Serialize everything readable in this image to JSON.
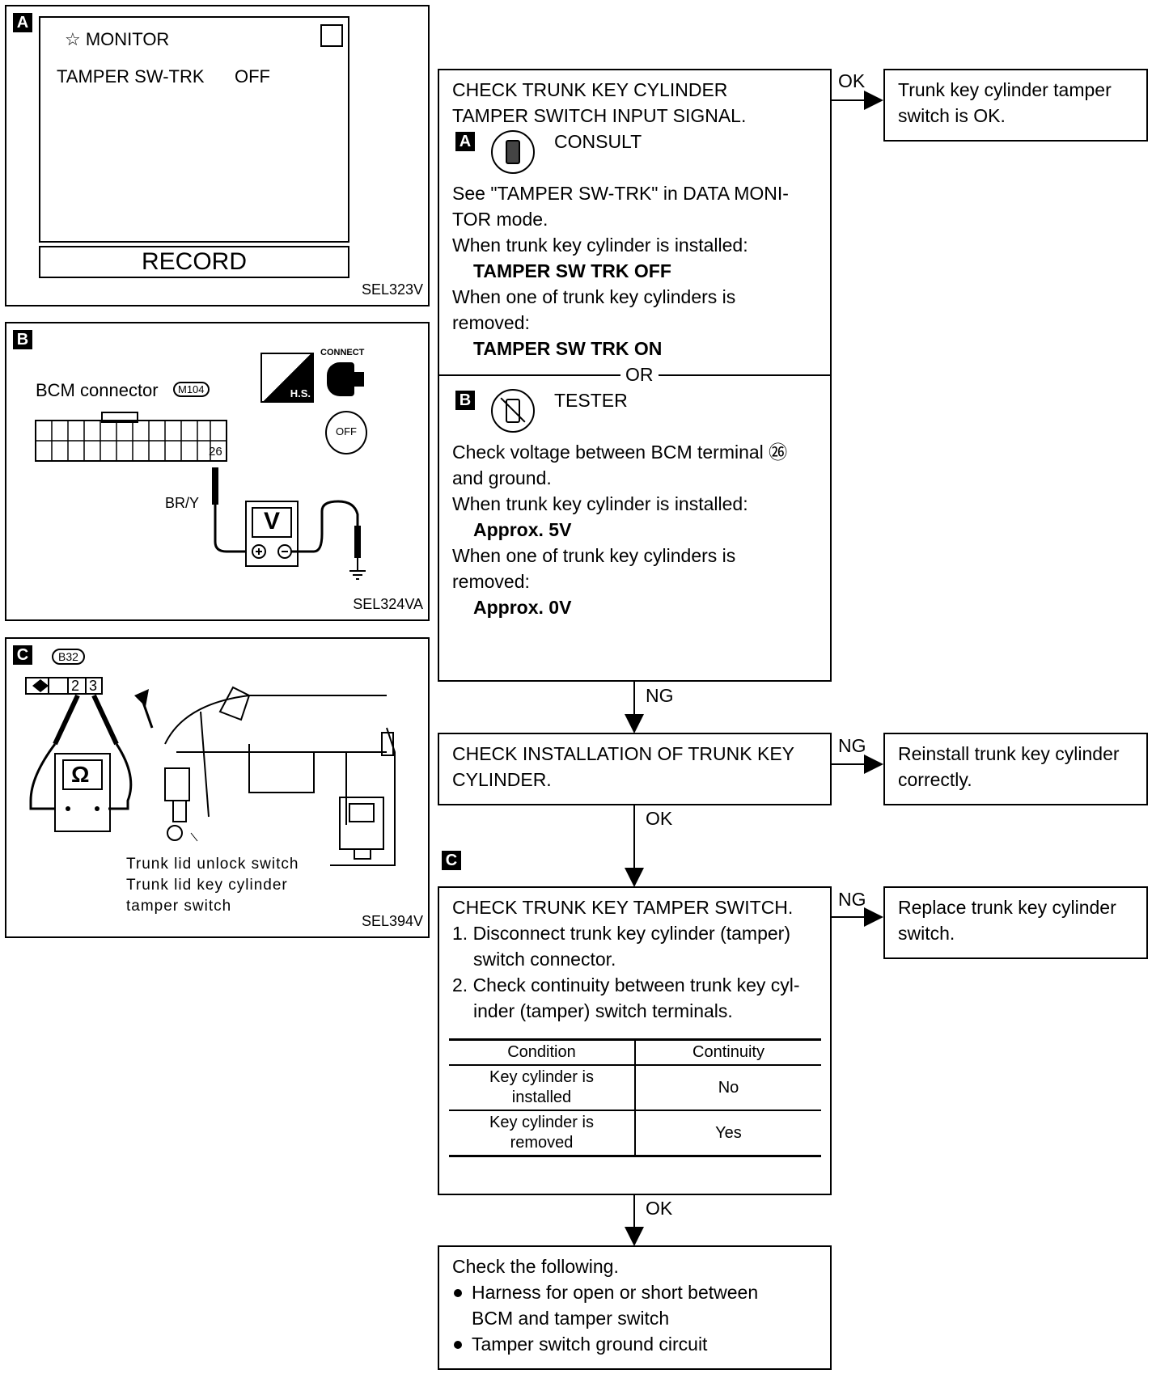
{
  "panel_a": {
    "tag": "A",
    "monitor_title": "☆ MONITOR",
    "item_name": "TAMPER SW-TRK",
    "item_value": "OFF",
    "record_button": "RECORD",
    "code": "SEL323V"
  },
  "panel_b": {
    "tag": "B",
    "connector_label": "BCM connector",
    "connector_id": "M104",
    "terminal": "26",
    "wire_color": "BR/Y",
    "meter_symbol": "V",
    "hs_label": "H.S.",
    "connect_label": "CONNECT",
    "key_label": "OFF",
    "code": "SEL324VA"
  },
  "panel_c": {
    "tag": "C",
    "connector_id": "B32",
    "pin_a": "2",
    "pin_b": "3",
    "meter_symbol": "Ω",
    "callout_1": "Trunk lid unlock switch",
    "callout_2": "Trunk lid key cylinder",
    "callout_3": "tamper switch",
    "code": "SEL394V"
  },
  "step1": {
    "title_1": "CHECK TRUNK KEY CYLINDER",
    "title_2": "TAMPER SWITCH INPUT SIGNAL.",
    "consult_tag": "A",
    "consult_label": "CONSULT",
    "line_1": "See \"TAMPER SW-TRK\" in DATA MONI-",
    "line_2": "TOR mode.",
    "line_3": "When trunk key cylinder is installed:",
    "line_4": "TAMPER SW TRK OFF",
    "line_5": "When one of trunk key cylinders is",
    "line_6": "removed:",
    "line_7": "TAMPER SW TRK ON",
    "or_label": "OR",
    "tester_tag": "B",
    "tester_label": "TESTER",
    "line_8": "Check voltage between BCM terminal ㉖",
    "line_9": "and ground.",
    "line_10": "When trunk key cylinder is installed:",
    "line_11": "Approx. 5V",
    "line_12": "When one of trunk key cylinders is",
    "line_13": "removed:",
    "line_14": "Approx. 0V"
  },
  "ok1_label": "OK",
  "ok1_result_1": "Trunk key cylinder tamper",
  "ok1_result_2": "switch is OK.",
  "ng1_label": "NG",
  "step2": {
    "line_1": "CHECK INSTALLATION OF TRUNK KEY",
    "line_2": "CYLINDER."
  },
  "ng2_label": "NG",
  "ng2_result_1": "Reinstall trunk key cylinder",
  "ng2_result_2": "correctly.",
  "ok2_label": "OK",
  "step3_tag": "C",
  "step3": {
    "title": "CHECK TRUNK KEY TAMPER SWITCH.",
    "item_1a": "1. Disconnect trunk key cylinder (tamper)",
    "item_1b": "switch connector.",
    "item_2a": "2. Check continuity between trunk key cyl-",
    "item_2b": "inder (tamper) switch terminals.",
    "table_header_condition": "Condition",
    "table_header_continuity": "Continuity",
    "row1_condition_1": "Key cylinder is",
    "row1_condition_2": "installed",
    "row1_continuity": "No",
    "row2_condition_1": "Key cylinder is",
    "row2_condition_2": "removed",
    "row2_continuity": "Yes"
  },
  "ng3_label": "NG",
  "ng3_result_1": "Replace trunk key cylinder",
  "ng3_result_2": "switch.",
  "ok3_label": "OK",
  "final": {
    "title": "Check the following.",
    "bullet_1a": "Harness for open or short between",
    "bullet_1b": "BCM and tamper switch",
    "bullet_2": "Tamper switch ground circuit"
  }
}
